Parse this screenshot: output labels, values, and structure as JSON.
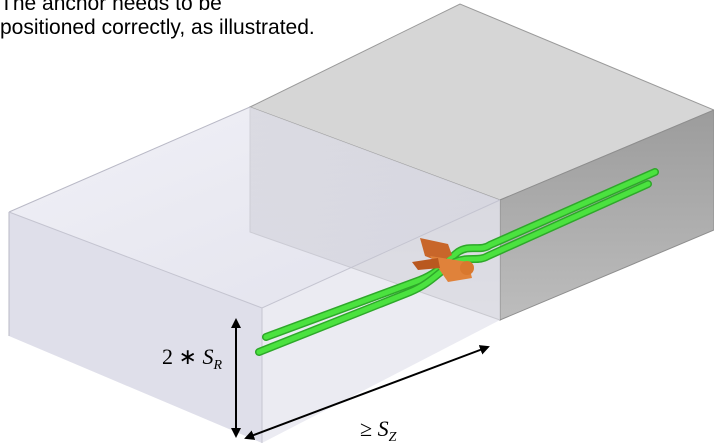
{
  "caption": {
    "line1": "The anchor needs to be",
    "line2": "positioned correctly, as illustrated."
  },
  "labels": {
    "height": {
      "prefix": "2 ∗ ",
      "symbol": "S",
      "subscript": "R"
    },
    "length": {
      "prefix": "≥ ",
      "symbol": "S",
      "subscript": "Z"
    }
  },
  "colors": {
    "rod": "#43d93a",
    "rod_edge": "#2aa42a",
    "anchor": "#d9782e",
    "box_front": "#dcdce8",
    "dark_block": "#c8c8c8"
  }
}
